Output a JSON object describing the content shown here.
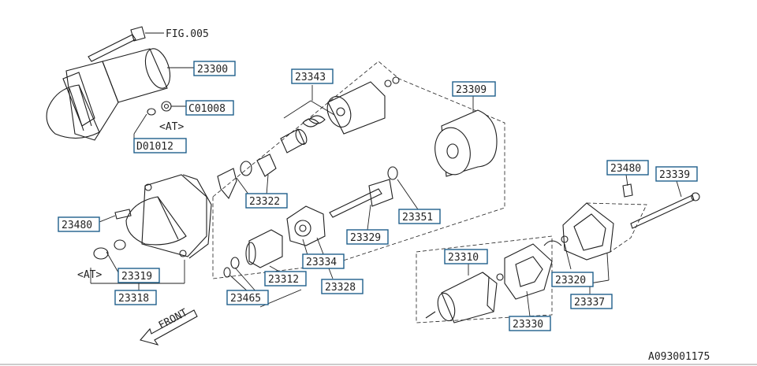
{
  "diagram": {
    "fig_reference": "FIG.005",
    "figure_code": "A093001175",
    "front_label": "FRONT",
    "at_label": "<AT>",
    "callouts": [
      {
        "id": "23300"
      },
      {
        "id": "C01008"
      },
      {
        "id": "D01012"
      },
      {
        "id": "23343"
      },
      {
        "id": "23309"
      },
      {
        "id": "23322"
      },
      {
        "id": "23480"
      },
      {
        "id": "23351"
      },
      {
        "id": "23329"
      },
      {
        "id": "23334"
      },
      {
        "id": "23319"
      },
      {
        "id": "23318"
      },
      {
        "id": "23312"
      },
      {
        "id": "23328"
      },
      {
        "id": "23465"
      },
      {
        "id": "23310"
      },
      {
        "id": "23330"
      },
      {
        "id": "23480"
      },
      {
        "id": "23339"
      },
      {
        "id": "23320"
      },
      {
        "id": "23337"
      }
    ]
  }
}
